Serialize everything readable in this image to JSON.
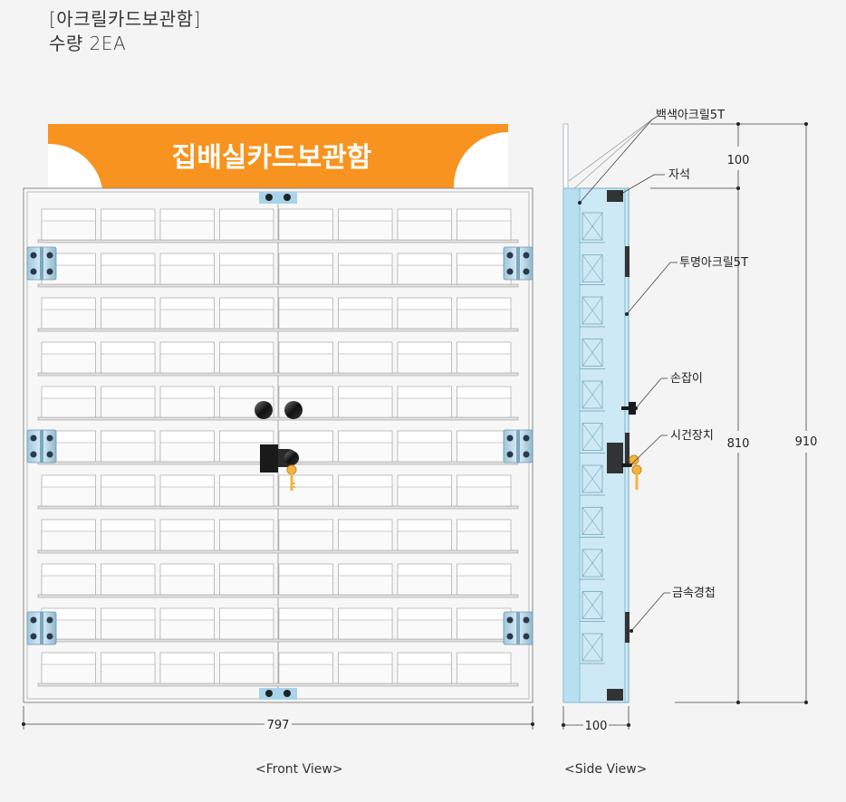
{
  "title": {
    "line1": "[아크릴카드보관함]",
    "line2": "수량 2EA"
  },
  "sign_text": "집배실카드보관함",
  "front_view": {
    "caption": "<Front View>",
    "width_dim": "797",
    "rows": 11,
    "columns": 8
  },
  "side_view": {
    "caption": "<Side View>",
    "depth_dim": "100",
    "height_top_dim": "100",
    "height_body_dim": "810",
    "height_total_dim": "910"
  },
  "callouts": [
    "백색아크릴5T",
    "자석",
    "투명아크릴5T",
    "손잡이",
    "시건장치",
    "금속경첩"
  ],
  "colors": {
    "sign_orange": "#f7931e",
    "acrylic_blue": "#cde9f5",
    "background": "#f4f4f4"
  }
}
